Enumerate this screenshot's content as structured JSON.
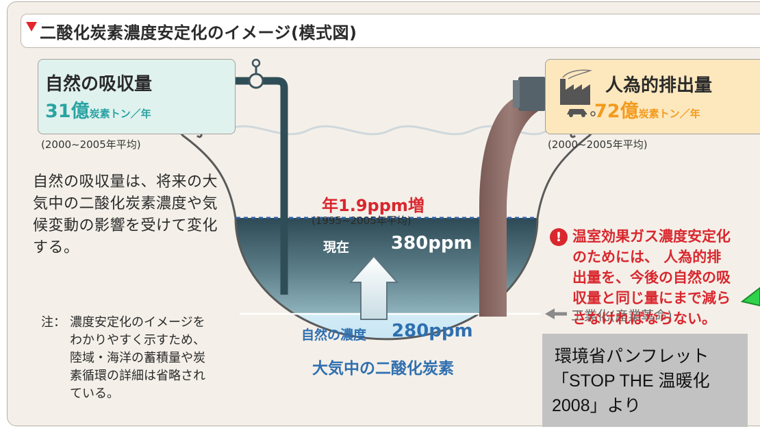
{
  "title": "二酸化炭素濃度安定化のイメージ(模式図)",
  "natural_absorption": {
    "label": "自然の吸収量",
    "value": "31億",
    "unit": "炭素トン／年",
    "period": "(2000~2005年平均)"
  },
  "human_emissions": {
    "label": "人為的排出量",
    "value": "72億",
    "unit": "炭素トン／年",
    "period": "(2000~2005年平均)"
  },
  "left_description": "自然の吸収量は、将来の大気中の二酸化炭素濃度や気候変動の影響を受けて変化する。",
  "note": {
    "prefix": "注：",
    "lines": [
      "濃度安定化のイメージを",
      "わかりやすく示すため、",
      "陸域・海洋の蓄積量や炭",
      "素循環の詳細は省略され",
      "ている。"
    ]
  },
  "increase": {
    "label": "年1.9ppm増",
    "period": "(1995~2005年平均)"
  },
  "current": {
    "label": "現在",
    "value": "380ppm"
  },
  "natural_concentration": {
    "label": "自然の濃度",
    "value": "280ppm"
  },
  "atmosphere_label": "大気中の二酸化炭素",
  "industrialization": "工業化(産業革命)",
  "warning": {
    "icon": "!",
    "lines": [
      "温室効果ガス濃度安定化",
      "のためには、 人為的排",
      "出量を、今後の自然の吸",
      "収量と同じ量にまで減ら",
      "さなければならない。"
    ]
  },
  "source": {
    "lines": [
      "環境省パンフレット",
      "「STOP THE 温暖化",
      "2008」より"
    ]
  },
  "colors": {
    "accent_red": "#d9272e",
    "teal_text": "#2aa3a3",
    "orange_text": "#f39a1d",
    "atmosphere_blue": "#2f6fb0",
    "natural_box_fill": "#e0f2ee",
    "emission_box_fill": "#fde8be"
  }
}
